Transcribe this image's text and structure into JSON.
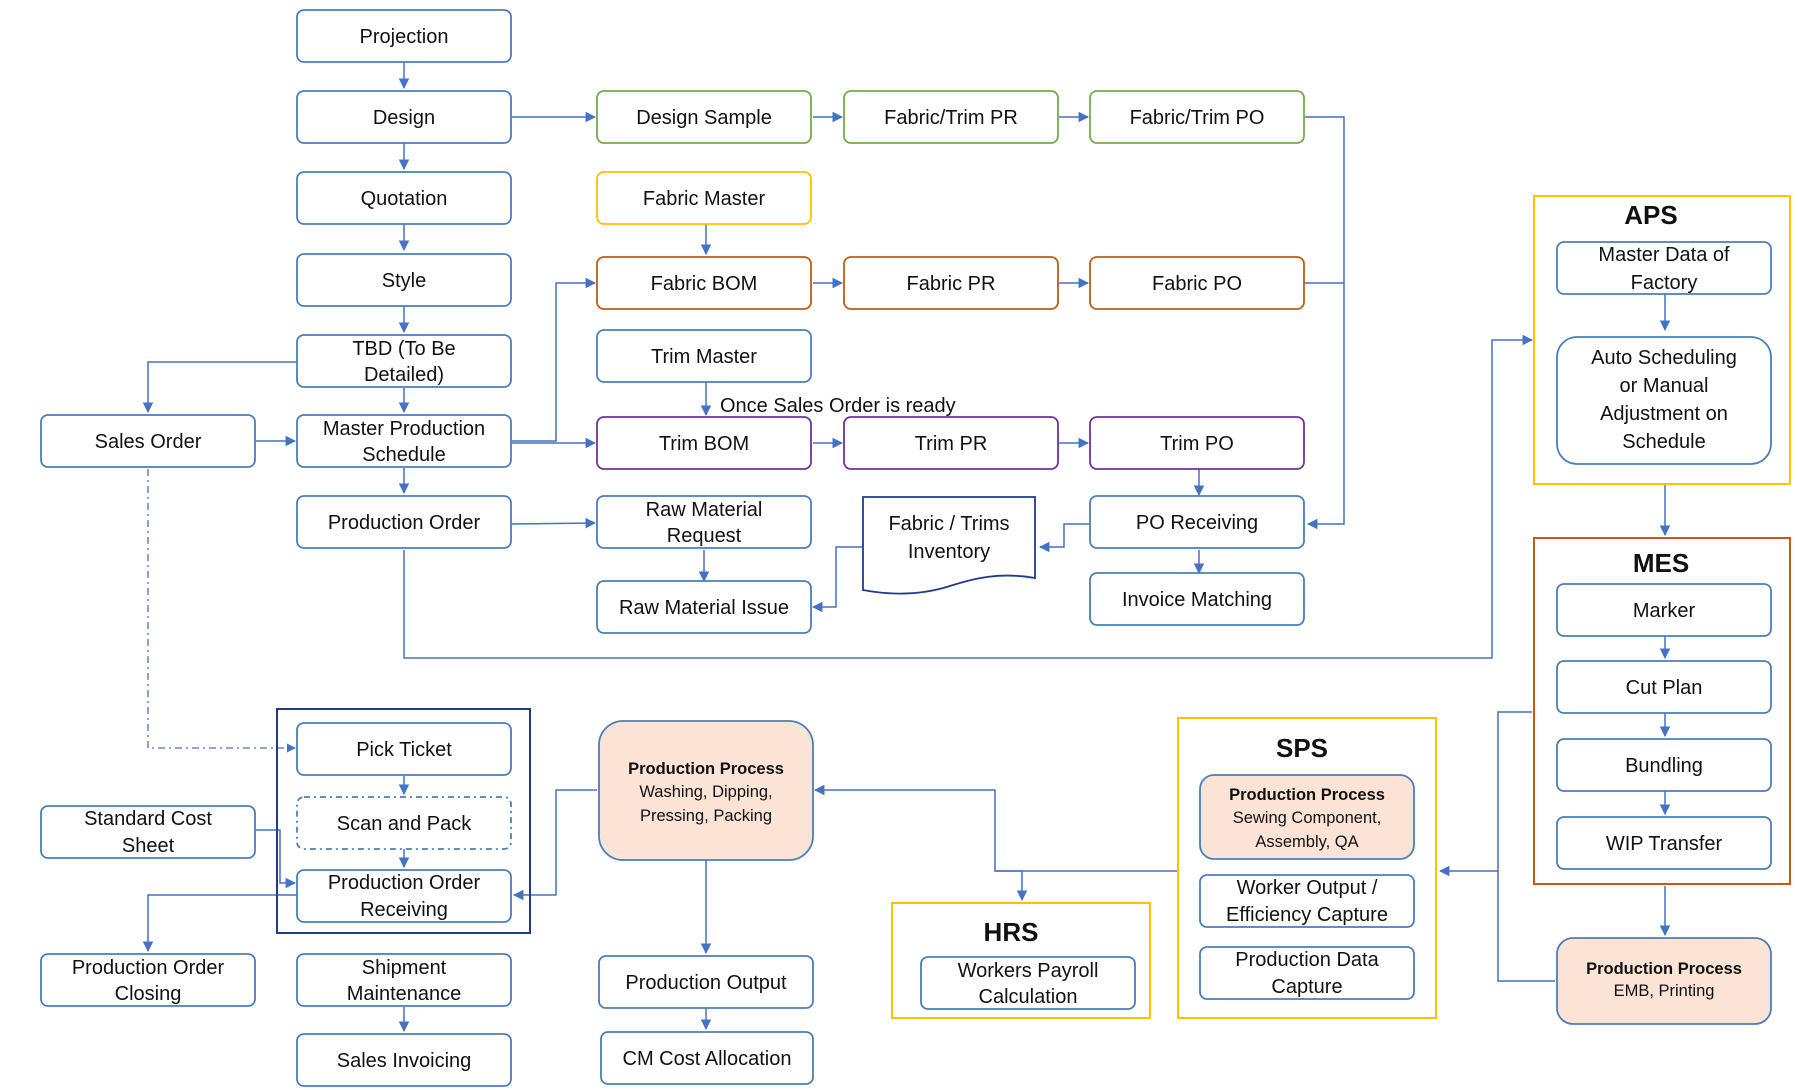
{
  "nodes": {
    "projection": "Projection",
    "design": "Design",
    "quotation": "Quotation",
    "style": "Style",
    "tbd_1": "TBD (To Be",
    "tbd_2": "Detailed)",
    "sales_order": "Sales Order",
    "mps_1": "Master Production",
    "mps_2": "Schedule",
    "production_order": "Production Order",
    "design_sample": "Design Sample",
    "fabric_trim_pr": "Fabric/Trim PR",
    "fabric_trim_po": "Fabric/Trim PO",
    "fabric_master": "Fabric Master",
    "fabric_bom": "Fabric BOM",
    "fabric_pr": "Fabric PR",
    "fabric_po": "Fabric PO",
    "trim_master": "Trim Master",
    "once_ready": "Once Sales Order is ready",
    "trim_bom": "Trim BOM",
    "trim_pr": "Trim PR",
    "trim_po": "Trim PO",
    "rmr_1": "Raw Material",
    "rmr_2": "Request",
    "raw_material_issue": "Raw Material Issue",
    "inv_1": "Fabric / Trims",
    "inv_2": "Inventory",
    "po_receiving": "PO Receiving",
    "invoice_matching": "Invoice Matching",
    "pick_ticket": "Pick Ticket",
    "scan_and_pack": "Scan and Pack",
    "por_1": "Production Order",
    "por_2": "Receiving",
    "scs_1": "Standard Cost",
    "scs_2": "Sheet",
    "poc_1": "Production Order",
    "poc_2": "Closing",
    "sm_1": "Shipment",
    "sm_2": "Maintenance",
    "sales_invoicing": "Sales Invoicing",
    "pp_wash_title": "Production Process",
    "pp_wash_1": "Washing, Dipping,",
    "pp_wash_2": "Pressing, Packing",
    "production_output": "Production Output",
    "cm_cost_allocation": "CM Cost Allocation",
    "pp_sew_title": "Production Process",
    "pp_sew_1": "Sewing Component,",
    "pp_sew_2": "Assembly, QA",
    "woe_1": "Worker Output /",
    "woe_2": "Efficiency Capture",
    "pdc_1": "Production Data",
    "pdc_2": "Capture",
    "wpc_1": "Workers Payroll",
    "wpc_2": "Calculation",
    "mdf_1": "Master Data of",
    "mdf_2": "Factory",
    "as_1": "Auto Scheduling",
    "as_2": "or Manual",
    "as_3": "Adjustment on",
    "as_4": "Schedule",
    "marker": "Marker",
    "cut_plan": "Cut Plan",
    "bundling": "Bundling",
    "wip_transfer": "WIP Transfer",
    "pp_emb_title": "Production Process",
    "pp_emb_1": "EMB, Printing"
  },
  "groups": {
    "aps": "APS",
    "mes": "MES",
    "sps": "SPS",
    "hrs": "HRS"
  },
  "colors": {
    "default_border": "#4a7ebb",
    "design_sample_path": "#70ad47",
    "master_data": "#ffc000",
    "fabric_path": "#c55a11",
    "trim_path": "#7030a0",
    "pick_group": "#1f3c88",
    "aps_border": "#ffc000",
    "mes_border": "#c55a11",
    "sps_border": "#ffc000",
    "hrs_border": "#ffc000",
    "production_process_fill": "#fbe3d6",
    "connector": "#4472c4"
  }
}
